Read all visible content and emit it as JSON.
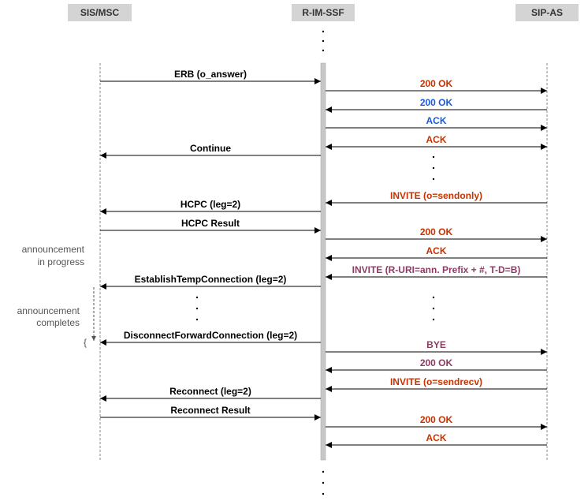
{
  "participants": [
    {
      "key": "sis",
      "name": "SIS/MSC"
    },
    {
      "key": "imssf",
      "name": "R-IM-SSF"
    },
    {
      "key": "sipas",
      "name": "SIP-AS"
    }
  ],
  "colors": {
    "black": "#000000",
    "red": "#c83200",
    "blue": "#1a5adc",
    "purple": "#8c3c64",
    "header_bg": "#d4d4d4",
    "activation_bar": "#c8c8c8",
    "note_text": "#555555"
  },
  "messages": [
    {
      "label": "ERB (o_answer)",
      "from": "sis",
      "to": "imssf",
      "color": "black"
    },
    {
      "label": "200 OK",
      "from": "imssf",
      "to": "sipas",
      "color": "red"
    },
    {
      "label": "200 OK",
      "from": "sipas",
      "to": "imssf",
      "color": "blue"
    },
    {
      "label": "ACK",
      "from": "imssf",
      "to": "sipas",
      "color": "blue"
    },
    {
      "label": "ACK",
      "from": "imssf",
      "to": "sipas",
      "color": "red",
      "both": true
    },
    {
      "label": "Continue",
      "from": "imssf",
      "to": "sis",
      "color": "black"
    },
    {
      "label": "INVITE (o=sendonly)",
      "from": "sipas",
      "to": "imssf",
      "color": "red"
    },
    {
      "label": "HCPC (leg=2)",
      "from": "imssf",
      "to": "sis",
      "color": "black"
    },
    {
      "label": "HCPC Result",
      "from": "sis",
      "to": "imssf",
      "color": "black"
    },
    {
      "label": "200 OK",
      "from": "imssf",
      "to": "sipas",
      "color": "red"
    },
    {
      "label": "ACK",
      "from": "sipas",
      "to": "imssf",
      "color": "red"
    },
    {
      "label": "INVITE (R-URI=ann. Prefix + #, T-D=B)",
      "from": "sipas",
      "to": "imssf",
      "color": "purple"
    },
    {
      "label": "EstablishTempConnection (leg=2)",
      "from": "imssf",
      "to": "sis",
      "color": "black"
    },
    {
      "label": "DisconnectForwardConnection (leg=2)",
      "from": "imssf",
      "to": "sis",
      "color": "black"
    },
    {
      "label": "BYE",
      "from": "imssf",
      "to": "sipas",
      "color": "purple"
    },
    {
      "label": "200 OK",
      "from": "sipas",
      "to": "imssf",
      "color": "purple"
    },
    {
      "label": "INVITE (o=sendrecv)",
      "from": "sipas",
      "to": "imssf",
      "color": "red"
    },
    {
      "label": "Reconnect (leg=2)",
      "from": "imssf",
      "to": "sis",
      "color": "black"
    },
    {
      "label": "Reconnect Result",
      "from": "sis",
      "to": "imssf",
      "color": "black"
    },
    {
      "label": "200 OK",
      "from": "imssf",
      "to": "sipas",
      "color": "red"
    },
    {
      "label": "ACK",
      "from": "sipas",
      "to": "imssf",
      "color": "red"
    }
  ],
  "notes": [
    {
      "lines": [
        "announcement",
        "in progress"
      ]
    },
    {
      "lines": [
        "announcement",
        "completes"
      ]
    }
  ]
}
